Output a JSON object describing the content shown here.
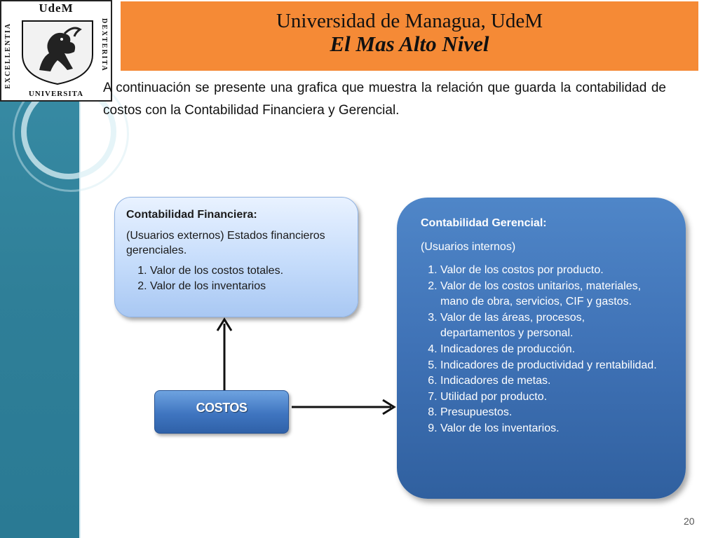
{
  "logo": {
    "top_text": "UdeM",
    "left_text": "EXCELLENTIA",
    "right_text": "DEXTERITA",
    "bottom_text": "UNIVERSITA"
  },
  "header": {
    "title": "Universidad de Managua,  UdeM",
    "subtitle": "El Mas Alto Nivel"
  },
  "intro": "A continuación se presente una grafica que muestra la relación que guarda la contabilidad de costos con la Contabilidad Financiera y Gerencial.",
  "financiera": {
    "title": "Contabilidad Financiera:",
    "desc": "(Usuarios externos) Estados financieros gerenciales.",
    "items": [
      "Valor de los costos totales.",
      "Valor de los inventarios"
    ]
  },
  "gerencial": {
    "title": "Contabilidad Gerencial:",
    "desc": "(Usuarios internos)",
    "items": [
      "Valor de los costos por producto.",
      "Valor de los costos unitarios, materiales, mano de obra, servicios, CIF y gastos.",
      "Valor de las áreas, procesos, departamentos y personal.",
      "Indicadores de producción.",
      "Indicadores de productividad y rentabilidad.",
      "Indicadores de metas.",
      "Utilidad por producto.",
      "Presupuestos.",
      "Valor de los inventarios."
    ]
  },
  "costos_label": "COSTOS",
  "page_number": "20",
  "colors": {
    "header_bg": "#f58a36",
    "sidebar_bg": "#3a8fa8",
    "financiera_bg": "#c5dcfb",
    "gerencial_bg": "#3f72b6",
    "costos_bg": "#3f75c0"
  }
}
